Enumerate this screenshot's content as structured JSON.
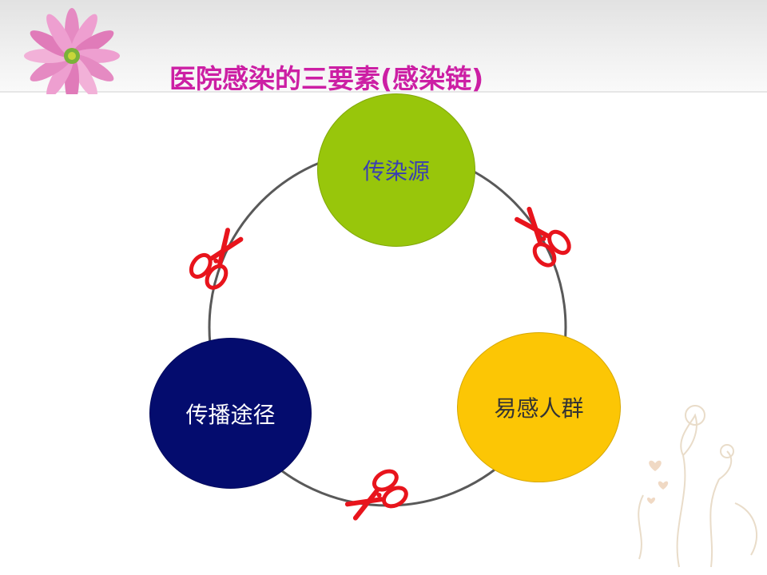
{
  "slide": {
    "title": "医院感染的三要素(感染链)"
  },
  "nodes": {
    "source": {
      "label": "传染源",
      "color": "#98c60b"
    },
    "host": {
      "label": "易感人群",
      "color": "#fcc605"
    },
    "route": {
      "label": "传播途径",
      "color": "#040c6e"
    }
  },
  "colors": {
    "title": "#cc1fa4",
    "ring": "#595959",
    "scissors": "#e8141c"
  },
  "icons": [
    "flower-icon",
    "scissors-icon",
    "floral-ornament-icon"
  ]
}
